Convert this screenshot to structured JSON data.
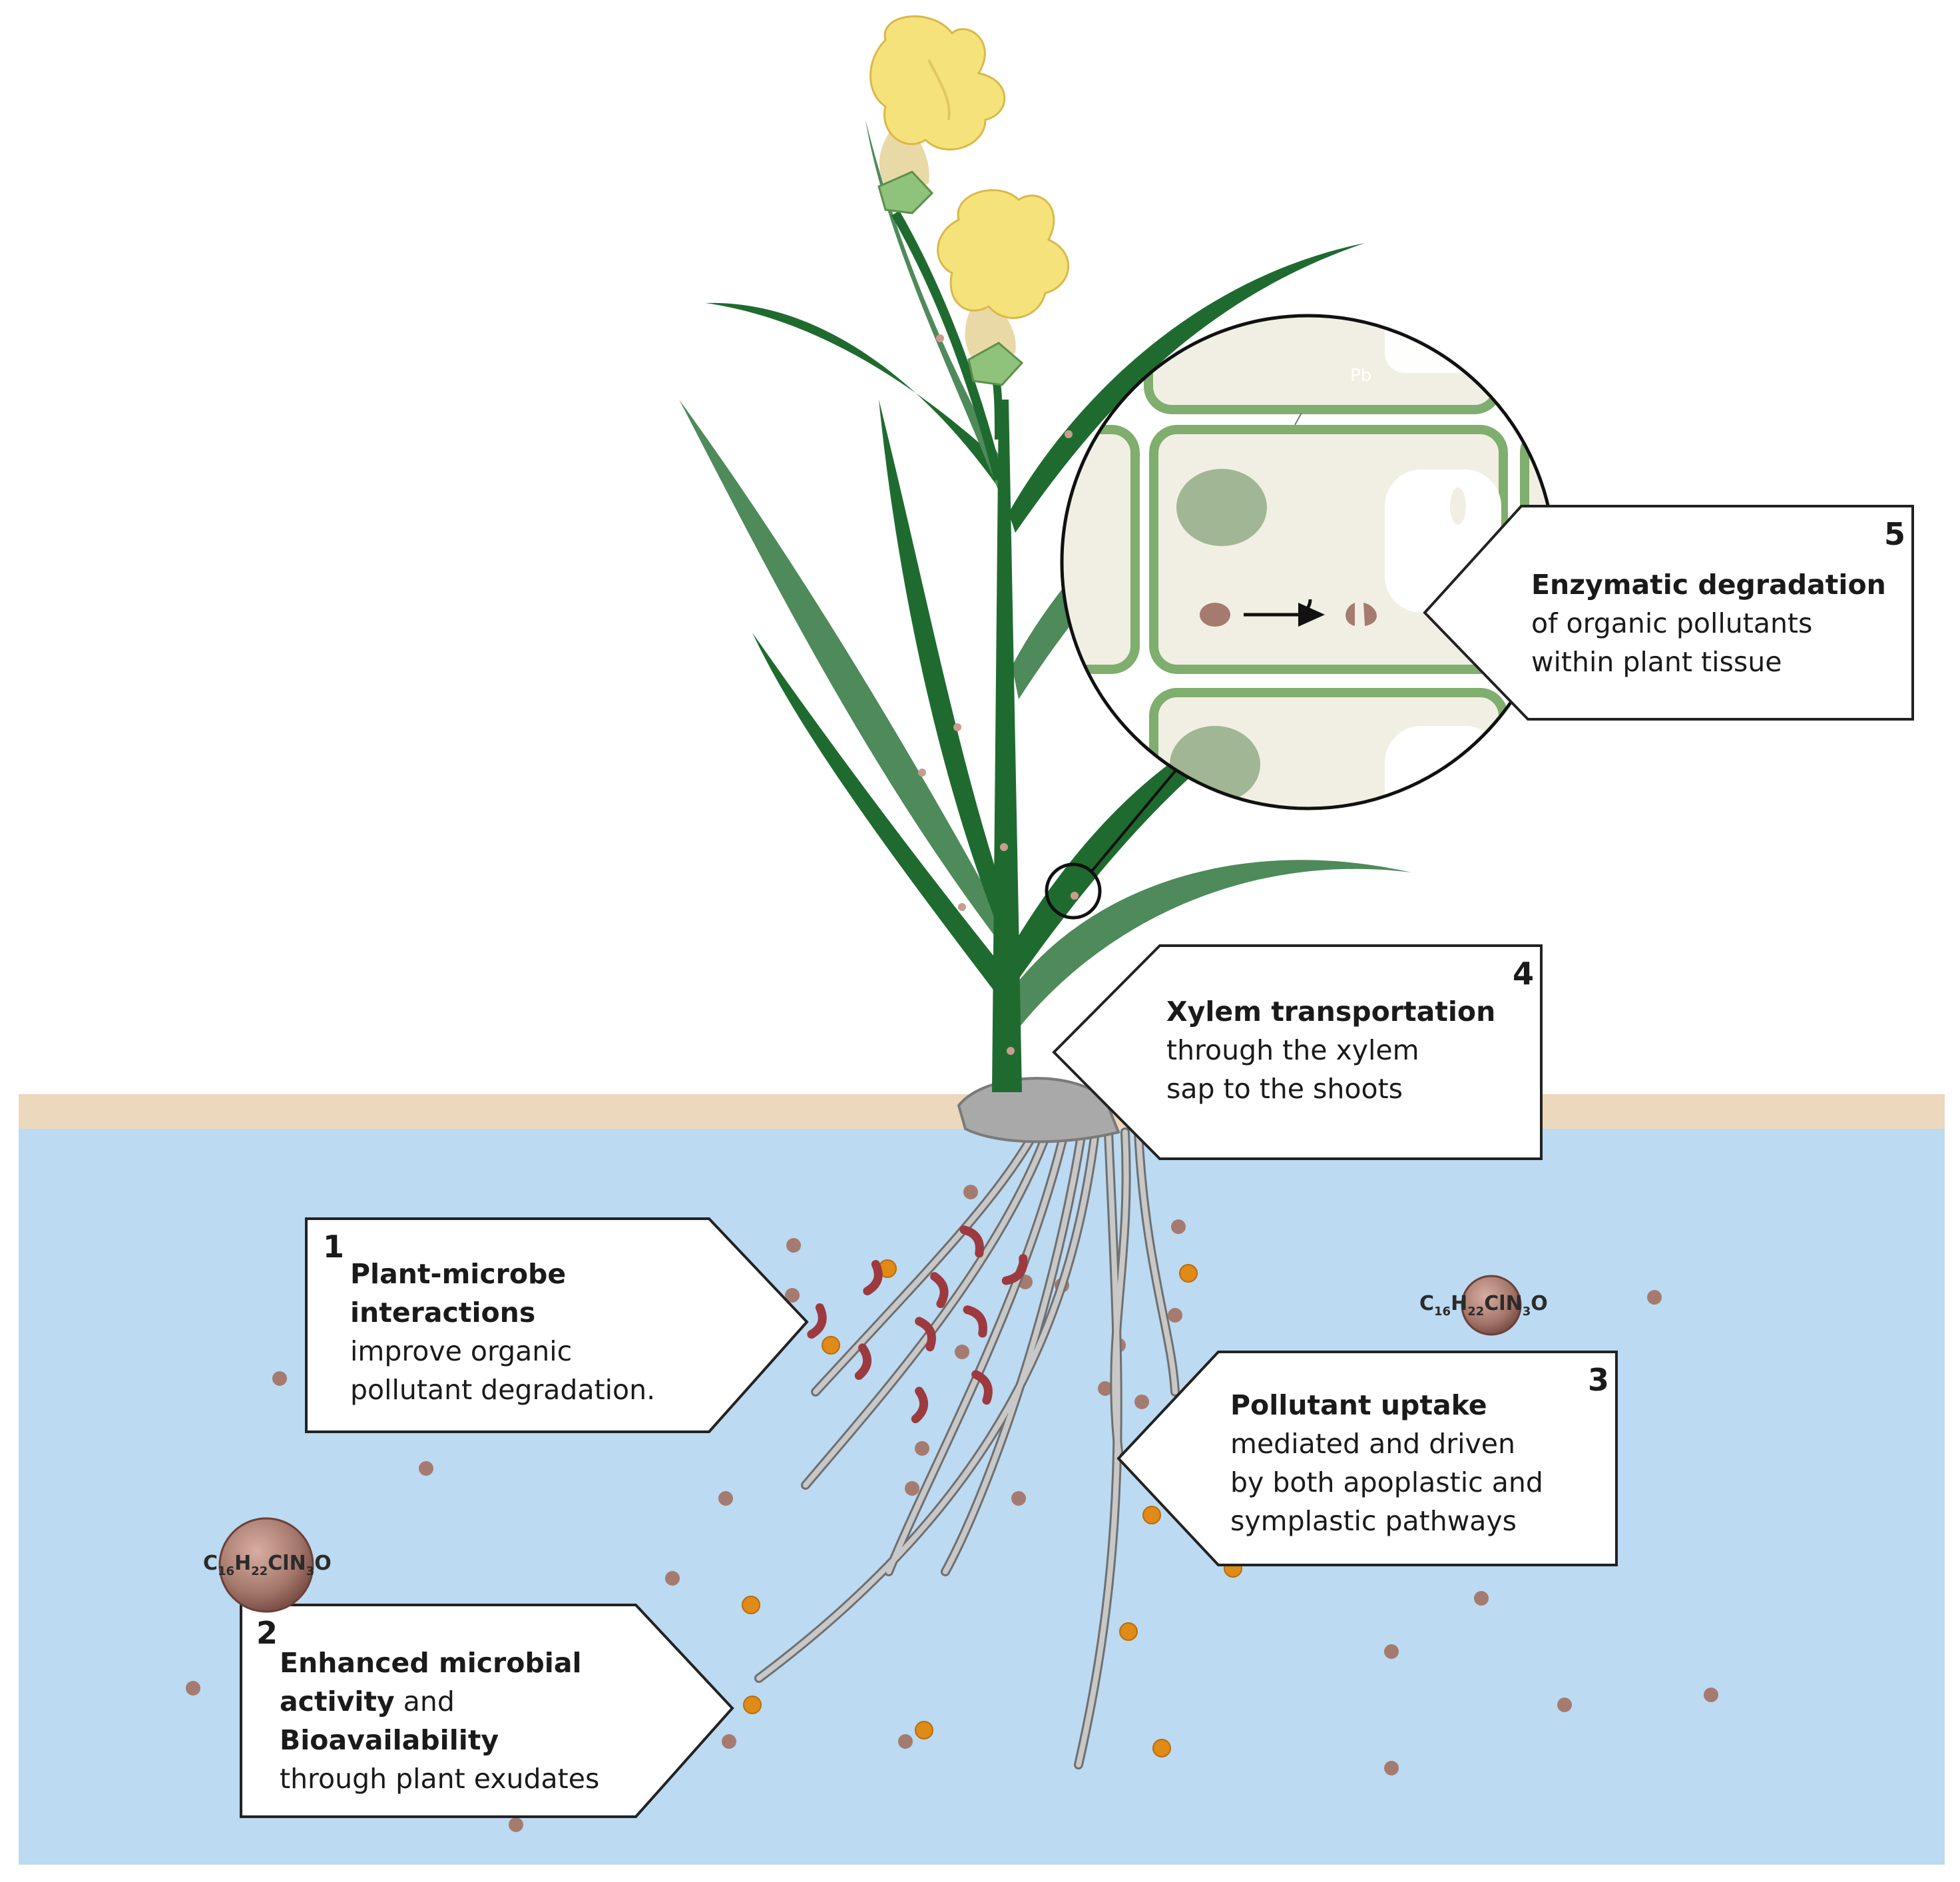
{
  "callouts": {
    "c1": {
      "number": "1",
      "line1": "Plant-microbe",
      "line2": "interactions",
      "line3": "improve organic",
      "line4": "pollutant degradation."
    },
    "c2": {
      "number": "2",
      "line1": "Enhanced microbial",
      "line2_bold": "activity",
      "line2_rest": " and",
      "line3": "Bioavailability",
      "line4": "through plant exudates"
    },
    "c3": {
      "number": "3",
      "line1": "Pollutant uptake",
      "line2": "mediated and driven",
      "line3": "by both apoplastic and",
      "line4": "symplastic pathways"
    },
    "c4": {
      "number": "4",
      "line1": "Xylem transportation",
      "line2": "through the xylem",
      "line3": "sap to the shoots"
    },
    "c5": {
      "number": "5",
      "line1": "Enzymatic degradation",
      "line2": "of organic pollutants",
      "line3": "within plant tissue"
    }
  },
  "molecule": {
    "c": "C",
    "c_sub": "16",
    "h": "H",
    "h_sub": "22",
    "cln": "ClN",
    "n_sub": "3",
    "o": "O"
  },
  "cell_label": "Pb",
  "colors": {
    "water": "#bcdaf1",
    "soil": "#ecd8bc",
    "leaf_dark": "#1f6b2f",
    "leaf_light": "#4f8a5a",
    "cell_wall": "#7fae6e",
    "cell_fill": "#f1efe3",
    "root": "#9e9e9e",
    "particle": "#a57b70",
    "orange_particle": "#e08a17",
    "microbe": "#9c3a3f",
    "flower": "#f6e27a"
  }
}
